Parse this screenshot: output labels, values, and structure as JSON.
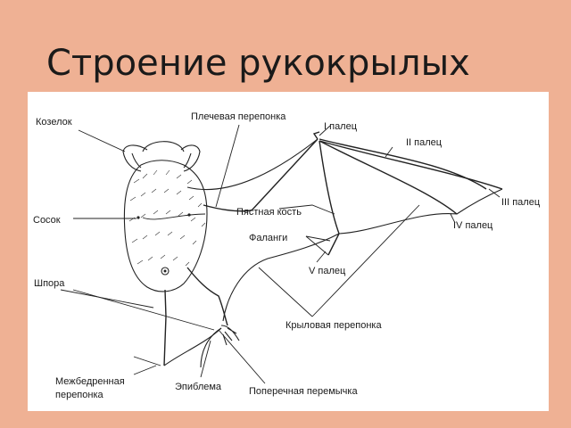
{
  "slide": {
    "title": "Строение рукокрылых"
  },
  "diagram": {
    "labels": {
      "kozelok": "Козелок",
      "plechevaya": "Плечевая перепонка",
      "finger1": "I палец",
      "finger2": "II палец",
      "finger3": "III палец",
      "finger4": "IV палец",
      "finger5": "V палец",
      "sosok": "Сосок",
      "pyastnaya": "Пястная кость",
      "falangi": "Фаланги",
      "shpora": "Шпора",
      "krylovaya": "Крыловая перепонка",
      "mezhbedrennaya_1": "Межбедренная",
      "mezhbedrennaya_2": "перепонка",
      "epiblema": "Эпиблема",
      "poperechnaya": "Поперечная перемычка"
    }
  }
}
